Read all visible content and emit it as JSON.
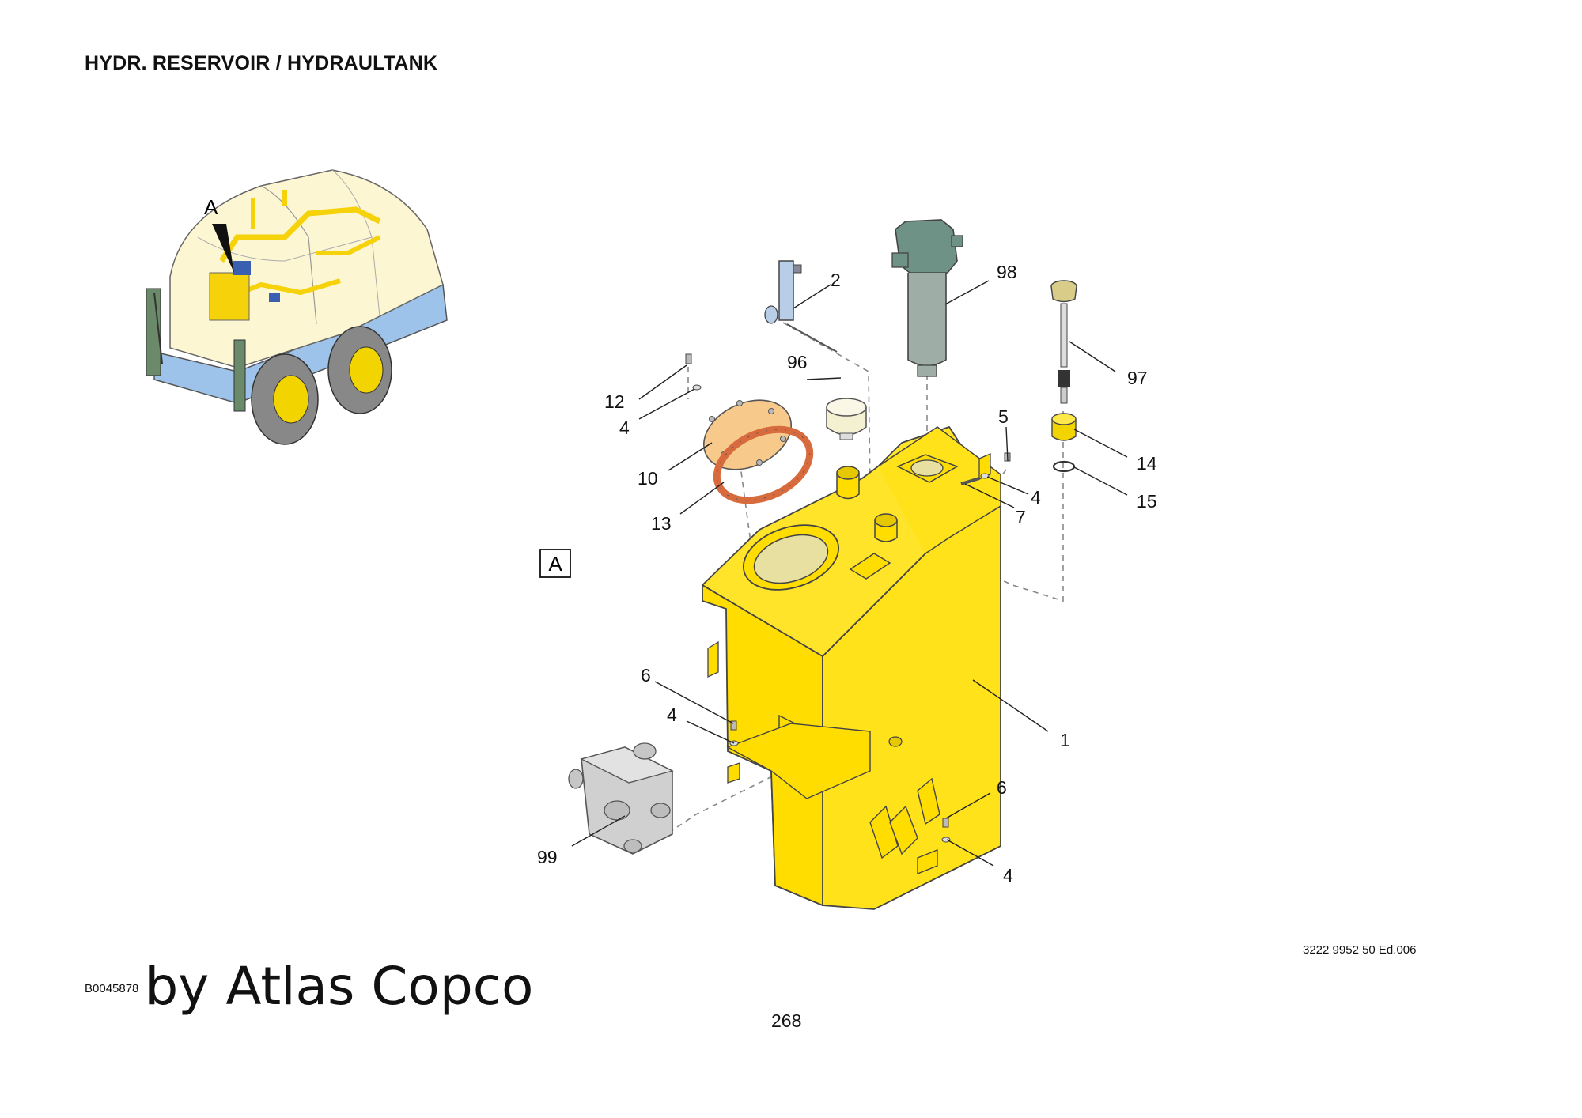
{
  "header": {
    "title": "HYDR. RESERVOIR / HYDRAULTANK"
  },
  "overview": {
    "view_letter": "A"
  },
  "detail": {
    "view_box_label": "A"
  },
  "callouts": [
    {
      "id": "c1",
      "label": "1"
    },
    {
      "id": "c2",
      "label": "2"
    },
    {
      "id": "c98",
      "label": "98"
    },
    {
      "id": "c96",
      "label": "96"
    },
    {
      "id": "c97",
      "label": "97"
    },
    {
      "id": "c12",
      "label": "12"
    },
    {
      "id": "c4a",
      "label": "4"
    },
    {
      "id": "c10",
      "label": "10"
    },
    {
      "id": "c13",
      "label": "13"
    },
    {
      "id": "c5",
      "label": "5"
    },
    {
      "id": "c4b",
      "label": "4"
    },
    {
      "id": "c7",
      "label": "7"
    },
    {
      "id": "c14",
      "label": "14"
    },
    {
      "id": "c15",
      "label": "15"
    },
    {
      "id": "c6a",
      "label": "6"
    },
    {
      "id": "c4c",
      "label": "4"
    },
    {
      "id": "c99",
      "label": "99"
    },
    {
      "id": "c6b",
      "label": "6"
    },
    {
      "id": "c4d",
      "label": "4"
    }
  ],
  "footer": {
    "drawing_code": "B0045878",
    "watermark": "by Atlas Copco",
    "page_number": "268",
    "doc_ref": "3222 9952 50 Ed.006"
  },
  "colors": {
    "tank_yellow": "#ffdd00",
    "cover_orange": "#f7c98a",
    "gasket_orange": "#e8855a",
    "filter_green": "#8aa39a",
    "machine_cream": "#fdf6d2",
    "machine_blue": "#9ec3ea"
  }
}
